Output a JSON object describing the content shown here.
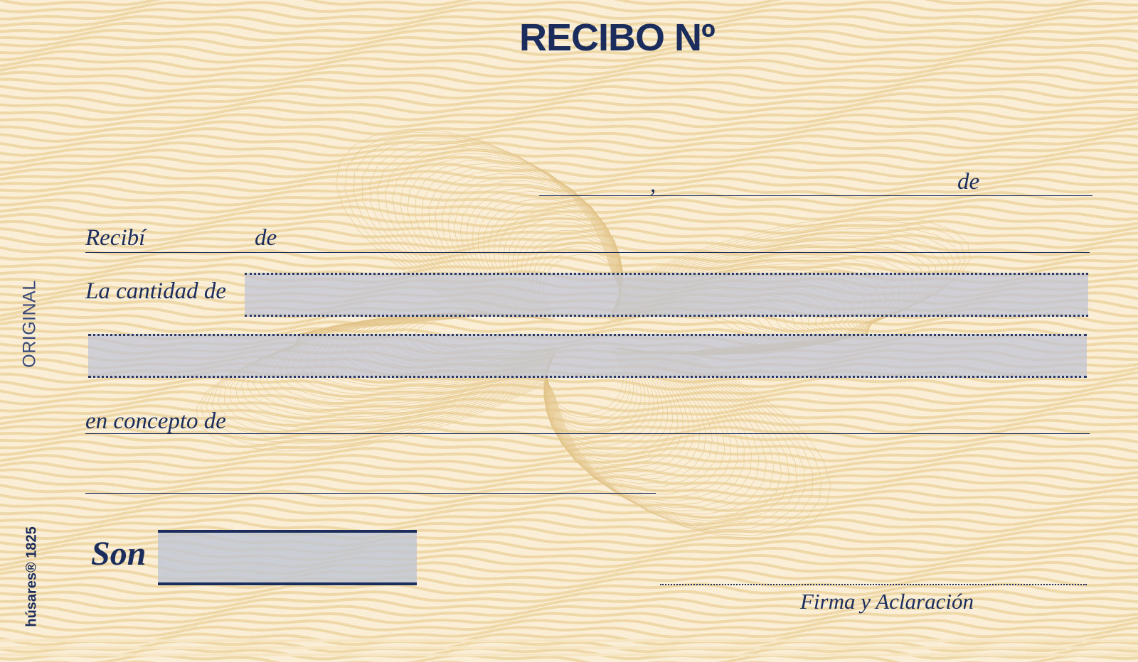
{
  "receipt": {
    "title": "RECIBO Nº",
    "date_comma": ",",
    "date_de": "de",
    "recibi_label": "Recibí",
    "recibi_de": "de",
    "cantidad_label": "La cantidad de",
    "concepto_label": "en concepto de",
    "son_label": "Son",
    "firma_label": "Firma y Aclaración",
    "copy_label": "ORIGINAL",
    "brand": "húsares® 1825"
  },
  "colors": {
    "ink": "#1b2d5c",
    "paper": "#fbeed6",
    "guilloche": "#efd8a8",
    "band": "#bec4d4"
  },
  "icons": {
    "watermark": "guilloche-rosette"
  }
}
